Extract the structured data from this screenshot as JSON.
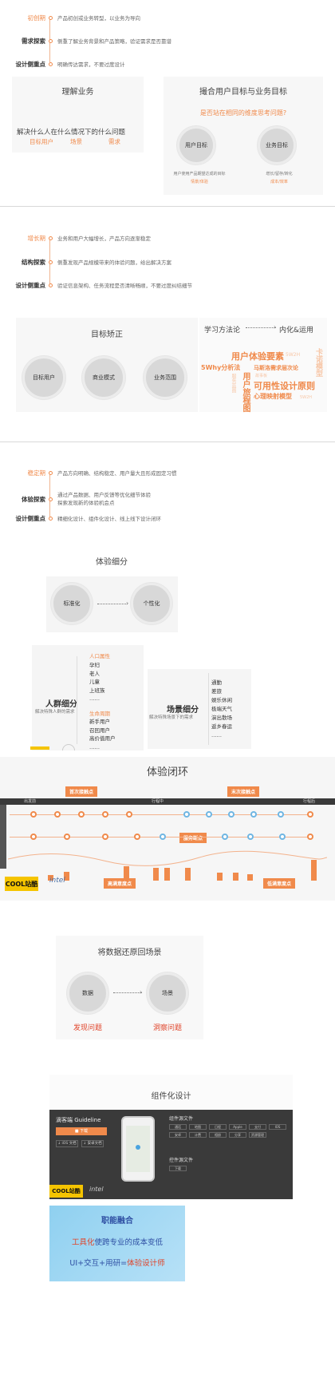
{
  "section1": {
    "timeline": [
      {
        "label": "初创期",
        "text": "产品初创或业务转型，以业务为导向",
        "active": true
      },
      {
        "label": "需求探索",
        "text": "侧重了解业务背景和产品策略，验证需求是否靠谱",
        "active": false
      },
      {
        "label": "设计侧重点",
        "text": "明确传达需求，不要过度设计",
        "active": false
      }
    ],
    "left_panel": {
      "title": "理解业务",
      "sentence": "解决什么人在什么情况下的什么问题",
      "keywords": [
        "目标用户",
        "场景",
        "需求"
      ]
    },
    "right_panel": {
      "title": "撮合用户目标与业务目标",
      "question": "是否站在相同的维度思考问题?",
      "user_goal": {
        "label": "用户目标",
        "desc": "用户使用产品期望达成的目标",
        "sub": "情景/体验"
      },
      "biz_goal": {
        "label": "业务目标",
        "desc": "增长/留存/转化",
        "sub": "成本/效率"
      }
    }
  },
  "section2": {
    "timeline": [
      {
        "label": "增长期",
        "text": "业务和用户大幅增长，产品方向逐渐稳定",
        "active": true
      },
      {
        "label": "结构探索",
        "text": "侧重发现产品规模带来的体验问题，给出解决方案",
        "active": false
      },
      {
        "label": "设计侧重点",
        "text": "验证信息架构、任务流程是否清晰畅顺，不要过度纠结细节",
        "active": false
      }
    ],
    "left_panel": {
      "title": "目标矫正",
      "circles": [
        "目标用户",
        "商业模式",
        "业务范围"
      ]
    },
    "right_panel": {
      "learn": "学习方法论",
      "internal": "内化&运用",
      "words": [
        {
          "text": "用户体验要素",
          "color": "#f08a4b"
        },
        {
          "text": "5W2H",
          "color": "#f7c6a6"
        },
        {
          "text": "5Why分析法",
          "color": "#f08a4b"
        },
        {
          "text": "马斯洛需求层次论",
          "color": "#f08a4b"
        },
        {
          "text": "用户旅程图",
          "color": "#f08a4b"
        },
        {
          "text": "可用性设计原则",
          "color": "#f08a4b"
        },
        {
          "text": "心理映射模型",
          "color": "#f08a4b"
        },
        {
          "text": "卡诺模型",
          "color": "#f7c6a6"
        },
        {
          "text": "服务蓝图",
          "color": "#f7c6a6"
        },
        {
          "text": "故事板",
          "color": "#f7c6a6"
        },
        {
          "text": "5W2H",
          "color": "#f7c6a6"
        }
      ]
    }
  },
  "section3": {
    "timeline": [
      {
        "label": "稳定期",
        "text": "产品方向明确、结构稳定、用户量大且形成固定习惯",
        "active": true
      },
      {
        "label": "体验探索",
        "text": "通过产品数据、用户反馈等优化细节体验\n探索发现新的体验机会点",
        "active": false
      },
      {
        "label": "设计侧重点",
        "text": "精细化设计、组件化设计、线上线下设计闭环",
        "active": false
      }
    ],
    "detail": {
      "title": "体验细分",
      "circles": [
        "标准化",
        "个性化"
      ],
      "crowd": {
        "title": "人群细分",
        "sub": "解决特殊人群的需求",
        "attr_head": "人口属性",
        "attrs": [
          "孕妇",
          "老人",
          "儿童",
          "上班族",
          "……"
        ],
        "life_head": "生命周期",
        "life": [
          "新手用户",
          "召回用户",
          "高价值用户",
          "……"
        ]
      },
      "scene": {
        "title": "场景细分",
        "sub": "解决特殊场景下的需求",
        "items": [
          "通勤",
          "差旅",
          "娱乐休闲",
          "极端天气",
          "演出散场",
          "返乡春运",
          "……"
        ]
      }
    },
    "loop": {
      "title": "体验闭环",
      "tags": [
        "首次接触点",
        "末次接触点",
        "服务断点",
        "高满意度点",
        "低满意度点"
      ],
      "stages": [
        "出发前",
        "行程中",
        "行程后"
      ],
      "logos": [
        "COOL站酷",
        "intel"
      ]
    }
  },
  "section4": {
    "title": "将数据还原回场景",
    "circles": [
      {
        "label": "数据",
        "caption": "发现问题"
      },
      {
        "label": "场景",
        "caption": "洞察问题"
      }
    ]
  },
  "section5": {
    "title": "组件化设计",
    "guideline": "滴客端 Guideline",
    "lib_title": "组件源文件",
    "lib2_title": "控件源文件",
    "btns": [
      "通话",
      "地图",
      "日程",
      "Apple",
      "支付",
      "IOS",
      "安卓",
      "计费",
      "相册",
      "分享",
      "资源管理"
    ],
    "bottom_btn": "下载"
  },
  "section6": {
    "title": "职能融合",
    "line1_hl": "工具化",
    "line1_rest": "使跨专业的成本变低",
    "line2_a": "UI+交互+用研=",
    "line2_hl": "体验设计师"
  }
}
